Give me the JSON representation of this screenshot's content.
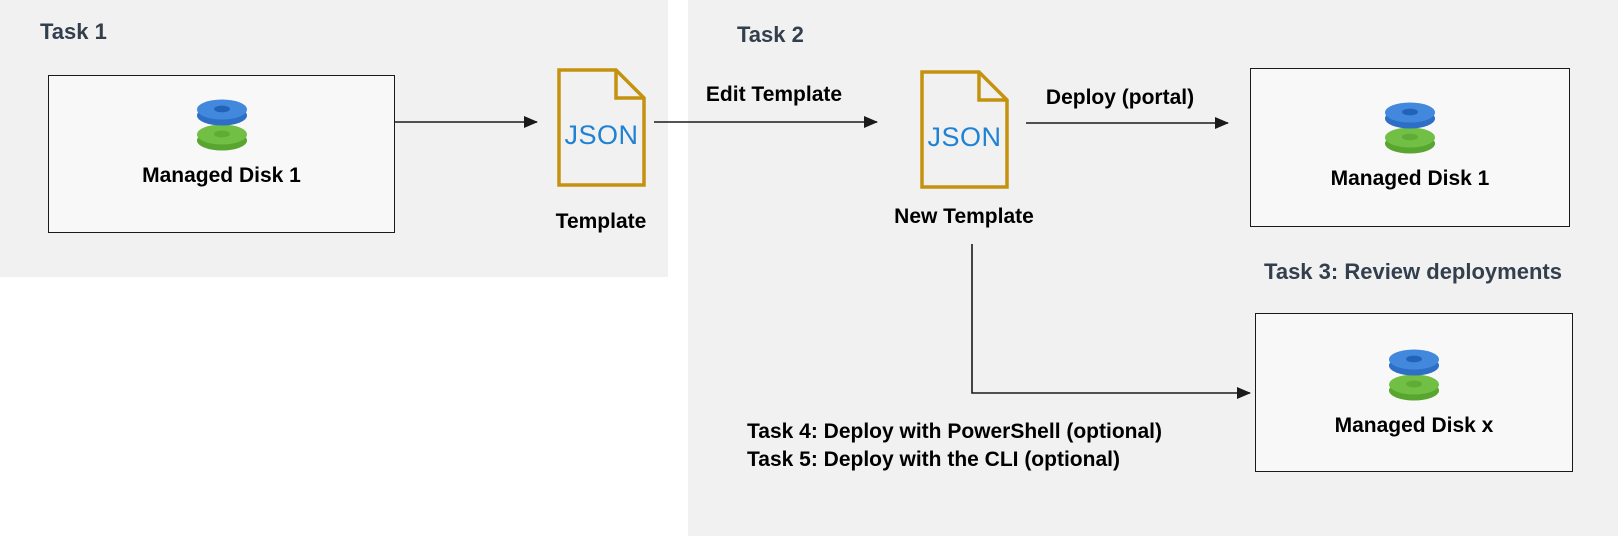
{
  "colors": {
    "panel_bg": "#F1F1F1",
    "heading_text": "#333F4D",
    "label_text": "#000000",
    "connector": "#1A1A1A",
    "box_border": "#1A1A1A",
    "box_fill": "#F8F8F8",
    "gold": "#C4920F",
    "json_blue": "#1F82D4",
    "disk_blue": "#4289DE",
    "disk_blue_dark": "#2D6EC6",
    "disk_blue_hole": "#2263BA",
    "disk_green": "#71BF44",
    "disk_green_dark": "#58A52F",
    "disk_green_hole": "#5FAC36"
  },
  "task1": {
    "heading": "Task 1",
    "disk_box": {
      "label": "Managed Disk 1"
    },
    "json_icon_text": "JSON",
    "template_label": "Template"
  },
  "task2": {
    "heading": "Task 2",
    "edit_template_label": "Edit Template",
    "json_icon_text": "JSON",
    "new_template_label": "New Template",
    "deploy_portal_label": "Deploy (portal)",
    "disk_box_top": {
      "label": "Managed Disk 1"
    },
    "task3_heading": "Task 3: Review deployments",
    "disk_box_bottom": {
      "label": "Managed Disk x"
    },
    "task4_label": "Task 4: Deploy with PowerShell (optional)",
    "task5_label": "Task 5: Deploy with the CLI (optional)"
  }
}
